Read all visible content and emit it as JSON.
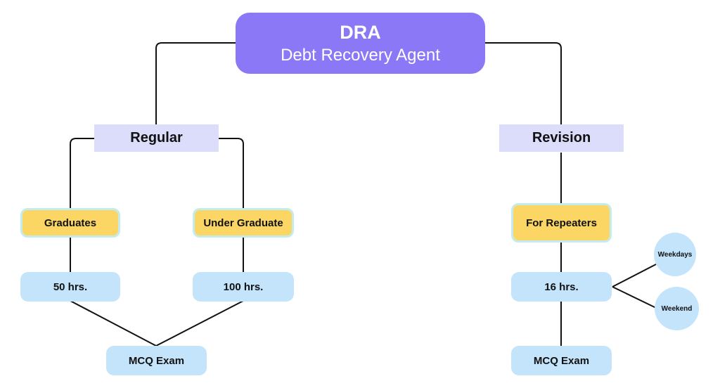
{
  "root": {
    "abbreviation": "DRA",
    "full_name": "Debt Recovery Agent"
  },
  "regular": {
    "label": "Regular",
    "graduates": {
      "label": "Graduates",
      "hours": "50 hrs."
    },
    "under_graduate": {
      "label": "Under Graduate",
      "hours": "100 hrs."
    },
    "exam": "MCQ Exam"
  },
  "revision": {
    "label": "Revision",
    "repeaters": {
      "label": "For Repeaters",
      "hours": "16 hrs."
    },
    "schedule": [
      "Weekdays",
      "Weekend"
    ],
    "exam": "MCQ Exam"
  },
  "colors": {
    "root": "#8b78f7",
    "category": "#dcdcfb",
    "group": "#fbd664",
    "group_border": "#c5ecec",
    "pill": "#c3e4fb",
    "line": "#111111"
  }
}
